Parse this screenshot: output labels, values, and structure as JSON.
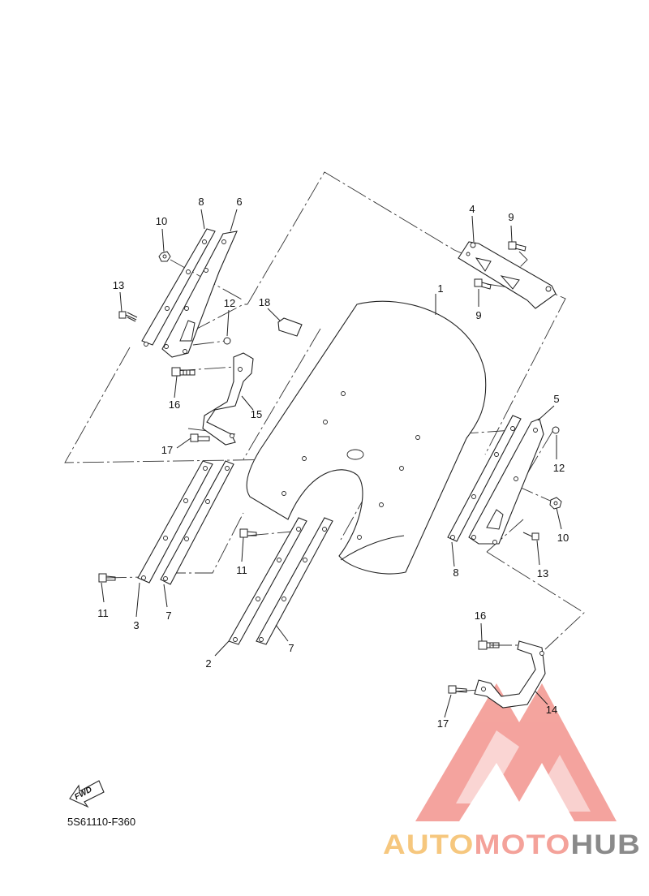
{
  "diagram": {
    "callouts": [
      {
        "id": "c1",
        "text": "1"
      },
      {
        "id": "c2",
        "text": "2"
      },
      {
        "id": "c3",
        "text": "3"
      },
      {
        "id": "c4",
        "text": "4"
      },
      {
        "id": "c5",
        "text": "5"
      },
      {
        "id": "c6",
        "text": "6"
      },
      {
        "id": "c7a",
        "text": "7"
      },
      {
        "id": "c7b",
        "text": "7"
      },
      {
        "id": "c8a",
        "text": "8"
      },
      {
        "id": "c8b",
        "text": "8"
      },
      {
        "id": "c9a",
        "text": "9"
      },
      {
        "id": "c9b",
        "text": "9"
      },
      {
        "id": "c10a",
        "text": "10"
      },
      {
        "id": "c10b",
        "text": "10"
      },
      {
        "id": "c11a",
        "text": "11"
      },
      {
        "id": "c11b",
        "text": "11"
      },
      {
        "id": "c12a",
        "text": "12"
      },
      {
        "id": "c12b",
        "text": "12"
      },
      {
        "id": "c13a",
        "text": "13"
      },
      {
        "id": "c13b",
        "text": "13"
      },
      {
        "id": "c14",
        "text": "14"
      },
      {
        "id": "c15",
        "text": "15"
      },
      {
        "id": "c16a",
        "text": "16"
      },
      {
        "id": "c16b",
        "text": "16"
      },
      {
        "id": "c17a",
        "text": "17"
      },
      {
        "id": "c17b",
        "text": "17"
      },
      {
        "id": "c18",
        "text": "18"
      }
    ],
    "diagram_code": "5S61110-F360",
    "fwd_label": "FWD"
  },
  "watermark": {
    "part1": "AUTO",
    "part2": "MOTO",
    "part3": "HUB",
    "color_auto": "#f6c77e",
    "color_moto": "#f4a29a",
    "color_hub": "#8a8a8a",
    "logo_color": "#f39a94"
  }
}
